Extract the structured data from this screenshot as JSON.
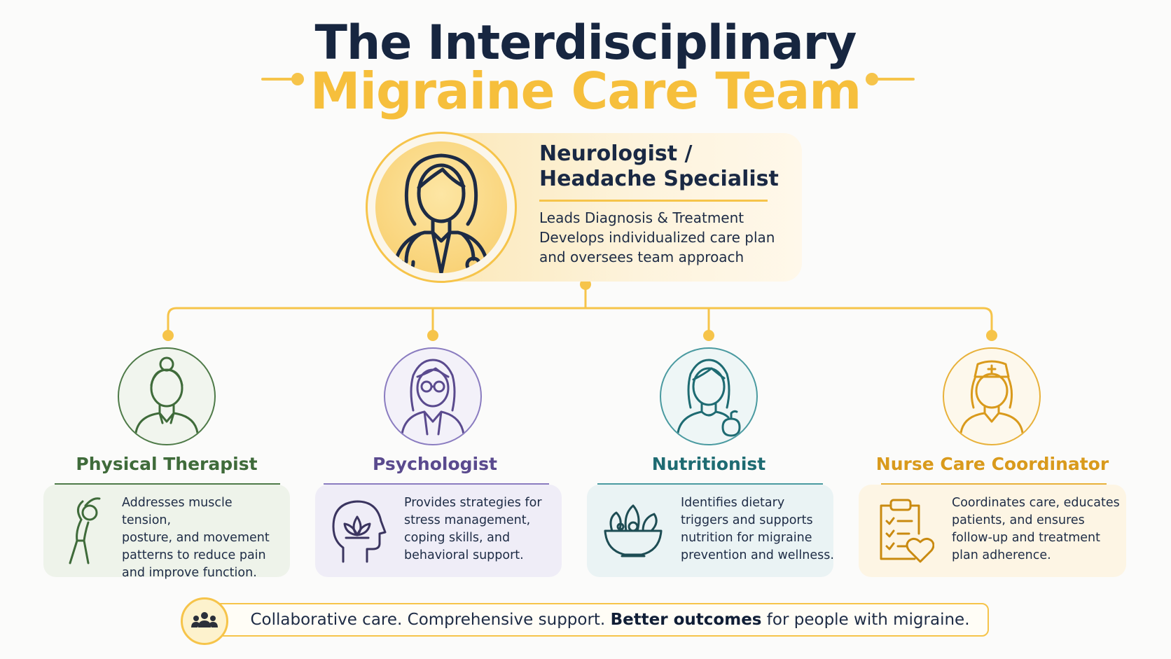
{
  "title": {
    "line1": "The Interdisciplinary",
    "line2": "Migraine Care Team"
  },
  "lead": {
    "name_line1": "Neurologist /",
    "name_line2": "Headache Specialist",
    "desc_line1": "Leads Diagnosis & Treatment",
    "desc_line2": "Develops individualized care plan",
    "desc_line3": "and oversees team approach",
    "icon": "doctor-with-stethoscope-icon"
  },
  "roles": [
    {
      "title": "Physical Therapist",
      "color": "#3f6b3a",
      "card_bg": "#eef3ea",
      "circle_bg": "#f1f5ee",
      "icon": "stretching-person-icon",
      "avatar": "woman-with-bun-icon",
      "lines": [
        "Addresses muscle tension,",
        "posture, and movement",
        "patterns to reduce pain",
        "and improve function."
      ]
    },
    {
      "title": "Psychologist",
      "color": "#5a4a8e",
      "card_bg": "#efedf7",
      "circle_bg": "#f3f1f9",
      "icon": "head-with-lotus-icon",
      "avatar": "woman-with-glasses-icon",
      "lines": [
        "Provides strategies for",
        "stress management,",
        "coping skills, and",
        "behavioral support."
      ]
    },
    {
      "title": "Nutritionist",
      "color": "#1e6b72",
      "card_bg": "#eaf3f4",
      "circle_bg": "#eef6f6",
      "icon": "salad-bowl-icon",
      "avatar": "woman-with-apple-icon",
      "lines": [
        "Identifies dietary",
        "triggers and supports",
        "nutrition for migraine",
        "prevention and wellness."
      ]
    },
    {
      "title": "Nurse Care Coordinator",
      "color": "#d99a1c",
      "card_bg": "#fdf5e4",
      "circle_bg": "#fdf8ec",
      "icon": "clipboard-heart-icon",
      "avatar": "nurse-with-cap-icon",
      "lines": [
        "Coordinates care, educates",
        "patients, and ensures",
        "follow-up and treatment",
        "plan adherence."
      ]
    }
  ],
  "footer": {
    "part1": "Collaborative care. Comprehensive support. ",
    "bold": "Better outcomes",
    "part2": " for people with migraine.",
    "icon": "team-group-icon"
  }
}
